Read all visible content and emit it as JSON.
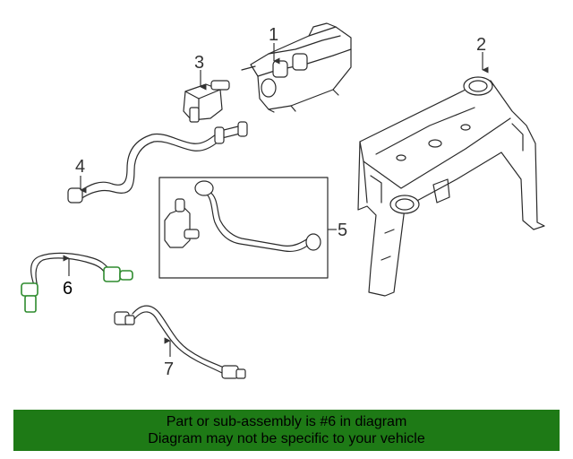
{
  "callouts": {
    "c1": "1",
    "c2": "2",
    "c3": "3",
    "c4": "4",
    "c5": "5",
    "c6": "6",
    "c7": "7"
  },
  "banner": {
    "line1": "Part or sub-assembly is #6 in diagram",
    "line2": "Diagram may not be specific to your vehicle",
    "color": "#1e7a16"
  },
  "highlight": {
    "part": "6",
    "color": "#2e8b2e"
  }
}
